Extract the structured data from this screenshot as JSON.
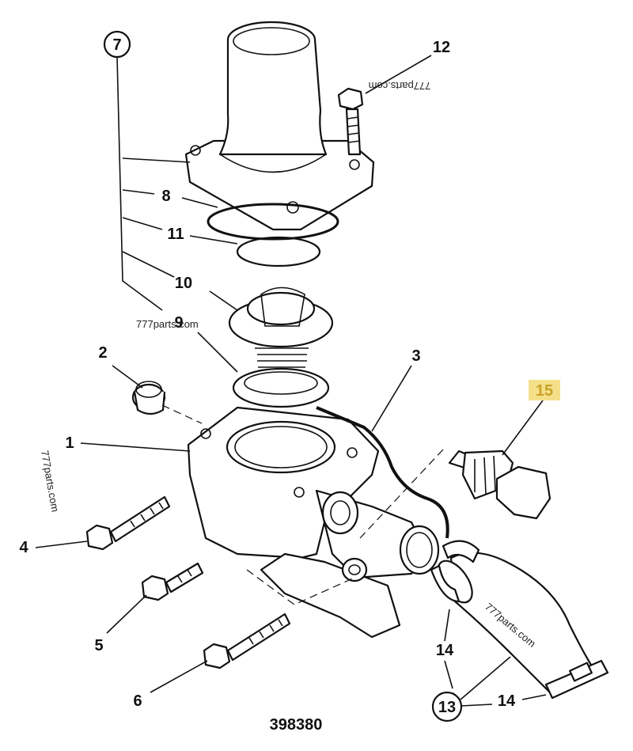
{
  "diagram": {
    "drawing_number": "398380",
    "highlight_color": "#f5e08a",
    "callouts": [
      {
        "id": "1",
        "text": "1"
      },
      {
        "id": "2",
        "text": "2"
      },
      {
        "id": "3",
        "text": "3"
      },
      {
        "id": "4",
        "text": "4"
      },
      {
        "id": "5",
        "text": "5"
      },
      {
        "id": "6",
        "text": "6"
      },
      {
        "id": "7",
        "text": "7",
        "circled": true
      },
      {
        "id": "8",
        "text": "8"
      },
      {
        "id": "9",
        "text": "9"
      },
      {
        "id": "10",
        "text": "10"
      },
      {
        "id": "11",
        "text": "11"
      },
      {
        "id": "12",
        "text": "12"
      },
      {
        "id": "13",
        "text": "13",
        "circled": true
      },
      {
        "id": "14a",
        "text": "14"
      },
      {
        "id": "14b",
        "text": "14"
      },
      {
        "id": "15",
        "text": "15",
        "highlighted": true
      }
    ],
    "watermarks": [
      "777parts.com",
      "777parts.com",
      "777parts.com",
      "777parts.com"
    ]
  }
}
